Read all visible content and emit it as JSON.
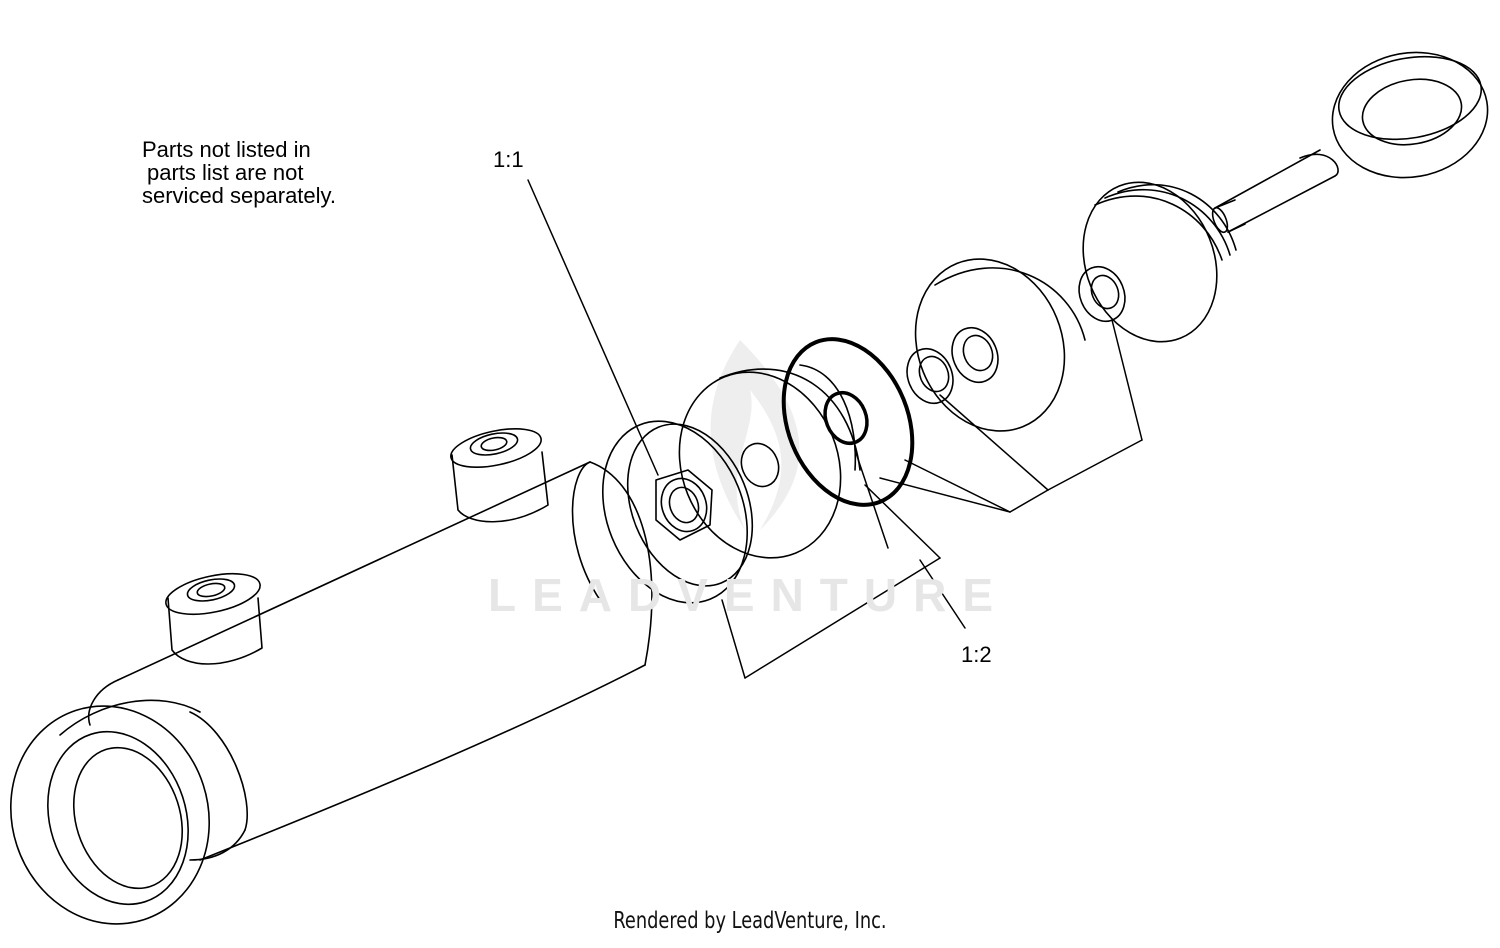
{
  "note": {
    "line1": "Parts not listed in",
    "line2": "parts list are not",
    "line3": "serviced separately."
  },
  "callouts": {
    "c1": "1:1",
    "c2": "1:2"
  },
  "watermark": "LEADVENTURE",
  "footer": "Rendered by LeadVenture, Inc.",
  "icons": [
    "leadventure-flame-logo-watermark"
  ]
}
